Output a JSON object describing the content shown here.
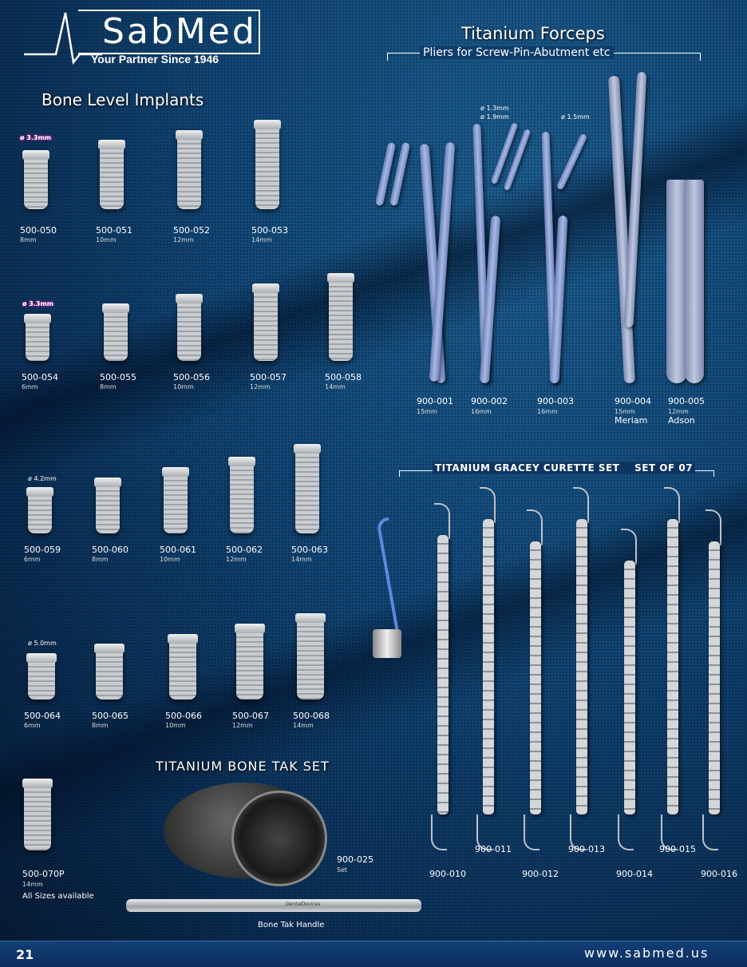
{
  "logo": {
    "name": "SabMed",
    "tagline": "Your Partner Since 1946"
  },
  "forceps": {
    "title": "Titanium Forceps",
    "subtitle": "Pliers for Screw-Pin-Abutment etc",
    "diameters": [
      "ø 1.3mm",
      "ø 1.9mm",
      "ø 1.5mm"
    ],
    "items": [
      {
        "code": "900-001",
        "size": "15mm",
        "name": ""
      },
      {
        "code": "900-002",
        "size": "16mm",
        "name": ""
      },
      {
        "code": "900-003",
        "size": "16mm",
        "name": ""
      },
      {
        "code": "900-004",
        "size": "15mm",
        "name": "Meriam"
      },
      {
        "code": "900-005",
        "size": "12mm",
        "name": "Adson"
      }
    ]
  },
  "implants": {
    "title": "Bone Level Implants",
    "rows": [
      {
        "diameter": "ø 3.3mm",
        "items": [
          {
            "code": "500-050",
            "size": "8mm"
          },
          {
            "code": "500-051",
            "size": "10mm"
          },
          {
            "code": "500-052",
            "size": "12mm"
          },
          {
            "code": "500-053",
            "size": "14mm"
          }
        ]
      },
      {
        "diameter": "ø 3.3mm",
        "items": [
          {
            "code": "500-054",
            "size": "6mm"
          },
          {
            "code": "500-055",
            "size": "8mm"
          },
          {
            "code": "500-056",
            "size": "10mm"
          },
          {
            "code": "500-057",
            "size": "12mm"
          },
          {
            "code": "500-058",
            "size": "14mm"
          }
        ]
      },
      {
        "diameter": "ø 4.2mm",
        "items": [
          {
            "code": "500-059",
            "size": "6mm"
          },
          {
            "code": "500-060",
            "size": "8mm"
          },
          {
            "code": "500-061",
            "size": "10mm"
          },
          {
            "code": "500-062",
            "size": "12mm"
          },
          {
            "code": "500-063",
            "size": "14mm"
          }
        ]
      },
      {
        "diameter": "ø 5.0mm",
        "items": [
          {
            "code": "500-064",
            "size": "6mm"
          },
          {
            "code": "500-065",
            "size": "8mm"
          },
          {
            "code": "500-066",
            "size": "10mm"
          },
          {
            "code": "500-067",
            "size": "12mm"
          },
          {
            "code": "500-068",
            "size": "14mm"
          }
        ]
      }
    ],
    "extra": {
      "code": "500-070P",
      "size": "14mm",
      "note": "All Sizes available"
    }
  },
  "gracey": {
    "title": "TITANIUM GRACEY CURETTE SET",
    "count": "SET OF 07",
    "items": [
      "900-010",
      "900-011",
      "900-012",
      "900-013",
      "900-014",
      "900-015",
      "900-016"
    ]
  },
  "bonetak": {
    "title": "TITANIUM BONE TAK SET",
    "code": "900-025",
    "code_note": "Set",
    "handle_label": "Bone Tak Handle",
    "handle_engraving": "DentalDevices"
  },
  "footer": {
    "page": "21",
    "url": "www.sabmed.us"
  }
}
